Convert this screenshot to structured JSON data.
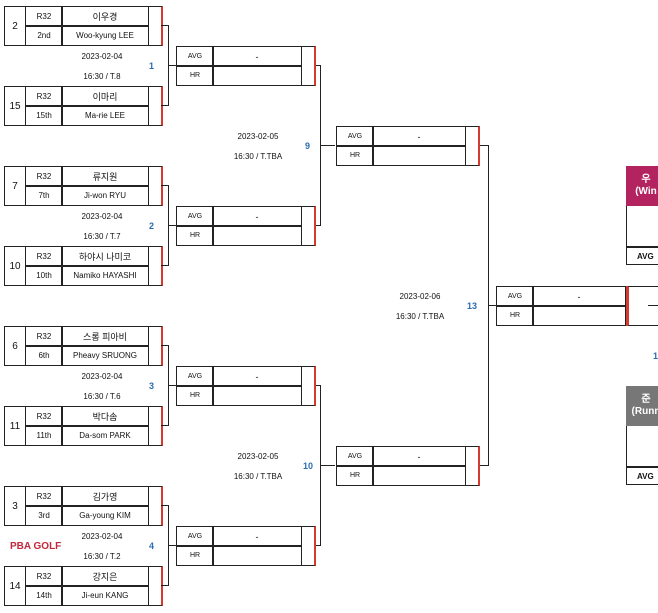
{
  "players": [
    {
      "seed": "2",
      "round": "R32",
      "rank": "2nd",
      "name_kr": "이우경",
      "name_en": "Woo-kyung LEE"
    },
    {
      "seed": "15",
      "round": "R32",
      "rank": "15th",
      "name_kr": "이마리",
      "name_en": "Ma-rie LEE"
    },
    {
      "seed": "7",
      "round": "R32",
      "rank": "7th",
      "name_kr": "류지원",
      "name_en": "Ji-won RYU"
    },
    {
      "seed": "10",
      "round": "R32",
      "rank": "10th",
      "name_kr": "하야시 나미코",
      "name_en": "Namiko HAYASHI"
    },
    {
      "seed": "6",
      "round": "R32",
      "rank": "6th",
      "name_kr": "스롱 피아비",
      "name_en": "Pheavy SRUONG"
    },
    {
      "seed": "11",
      "round": "R32",
      "rank": "11th",
      "name_kr": "박다솜",
      "name_en": "Da-som PARK"
    },
    {
      "seed": "3",
      "round": "R32",
      "rank": "3rd",
      "name_kr": "김가영",
      "name_en": "Ga-young KIM"
    },
    {
      "seed": "14",
      "round": "R32",
      "rank": "14th",
      "name_kr": "강지은",
      "name_en": "Ji-eun KANG"
    }
  ],
  "labels": {
    "avg": "AVG",
    "hr": "HR",
    "dash": "-"
  },
  "r16": [
    {
      "num": "1",
      "date": "2023-02-04",
      "time": "16:30 / T.8"
    },
    {
      "num": "2",
      "date": "2023-02-04",
      "time": "16:30 / T.7"
    },
    {
      "num": "3",
      "date": "2023-02-04",
      "time": "16:30 / T.6"
    },
    {
      "num": "4",
      "date": "2023-02-04",
      "time": "16:30 / T.2"
    }
  ],
  "qf": [
    {
      "num": "9",
      "date": "2023-02-05",
      "time": "16:30 / T.TBA"
    },
    {
      "num": "10",
      "date": "2023-02-05",
      "time": "16:30 / T.TBA"
    }
  ],
  "sf": {
    "num": "13",
    "date": "2023-02-06",
    "time": "16:30 / T.TBA"
  },
  "final_num": "1",
  "winner": {
    "line1": "우",
    "line2": "(Win",
    "avg": "AVG",
    "color": "#b3235f"
  },
  "runner": {
    "line1": "준",
    "line2": "(Runn",
    "avg": "AVG",
    "color": "#777777"
  },
  "logo": "PBA GOLF"
}
